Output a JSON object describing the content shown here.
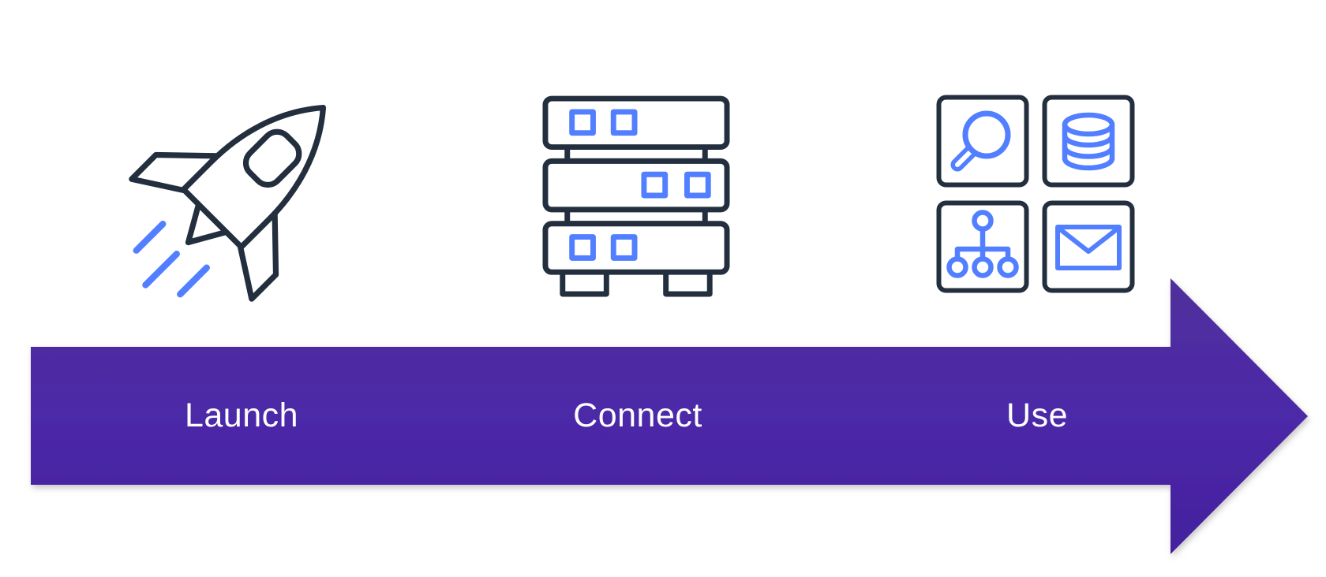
{
  "diagram": {
    "type": "process-flow",
    "direction": "left-to-right",
    "steps": [
      {
        "label": "Launch",
        "icon": "rocket-icon"
      },
      {
        "label": "Connect",
        "icon": "server-stack-icon"
      },
      {
        "label": "Use",
        "icon": "app-grid-icon",
        "app_grid_icons": [
          "magnifying-glass-icon",
          "database-icon",
          "org-hierarchy-icon",
          "envelope-icon"
        ]
      }
    ],
    "arrow": {
      "shape": "right-arrow",
      "gradient_top": "#50309C",
      "gradient_mid": "#4C29A8",
      "gradient_bottom": "#431F9D"
    },
    "colors": {
      "outline_dark": "#232F3E",
      "icon_accent_blue": "#527FFF",
      "label_text": "#FFFFFF",
      "background": "#FFFFFF"
    }
  }
}
